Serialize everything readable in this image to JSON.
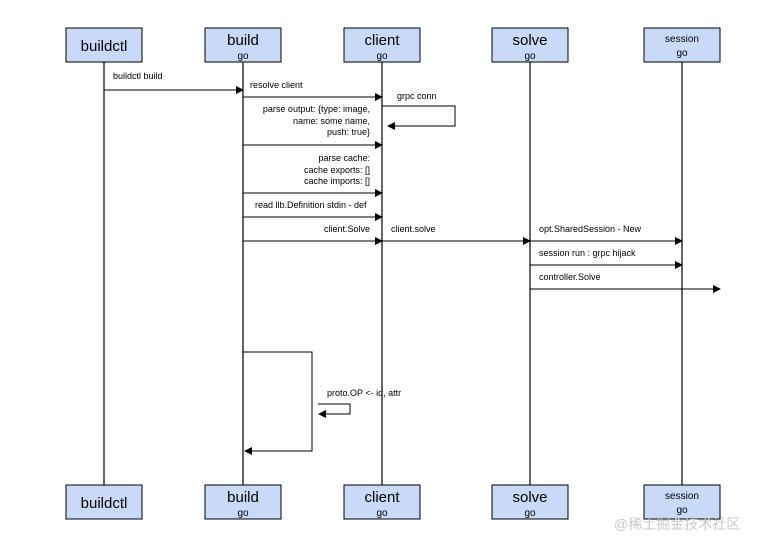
{
  "participants": [
    {
      "id": "buildctl",
      "name": "buildctl",
      "sub": ""
    },
    {
      "id": "build",
      "name": "build",
      "sub": "go"
    },
    {
      "id": "client",
      "name": "client",
      "sub": "go"
    },
    {
      "id": "solve",
      "name": "solve",
      "sub": "go"
    },
    {
      "id": "session",
      "name": "session",
      "sub": "go"
    }
  ],
  "messages": [
    {
      "id": "msg-buildctl-build",
      "lines": [
        "buildctl build"
      ]
    },
    {
      "id": "msg-resolve-client",
      "lines": [
        "resolve client"
      ]
    },
    {
      "id": "msg-grpc-conn",
      "lines": [
        "grpc conn"
      ]
    },
    {
      "id": "msg-parse-output",
      "lines": [
        "parse output: {type: image,",
        "name: some name,",
        "push: true}"
      ]
    },
    {
      "id": "msg-parse-cache",
      "lines": [
        "parse cache:",
        "cache exports: []",
        "cache imports: []"
      ]
    },
    {
      "id": "msg-read-llb",
      "lines": [
        "read llb.Definition stdin - def"
      ]
    },
    {
      "id": "msg-client-solve-1",
      "lines": [
        "client.Solve"
      ]
    },
    {
      "id": "msg-client-solve-2",
      "lines": [
        "client.solve"
      ]
    },
    {
      "id": "msg-shared-session",
      "lines": [
        "opt.SharedSession - New"
      ]
    },
    {
      "id": "msg-session-run",
      "lines": [
        "session run : grpc hijack"
      ]
    },
    {
      "id": "msg-controller-solve",
      "lines": [
        "controller.Solve"
      ]
    },
    {
      "id": "msg-proto-op",
      "lines": [
        "proto.OP <- id, attr"
      ]
    }
  ],
  "watermark": "@稀土掘金技术社区"
}
